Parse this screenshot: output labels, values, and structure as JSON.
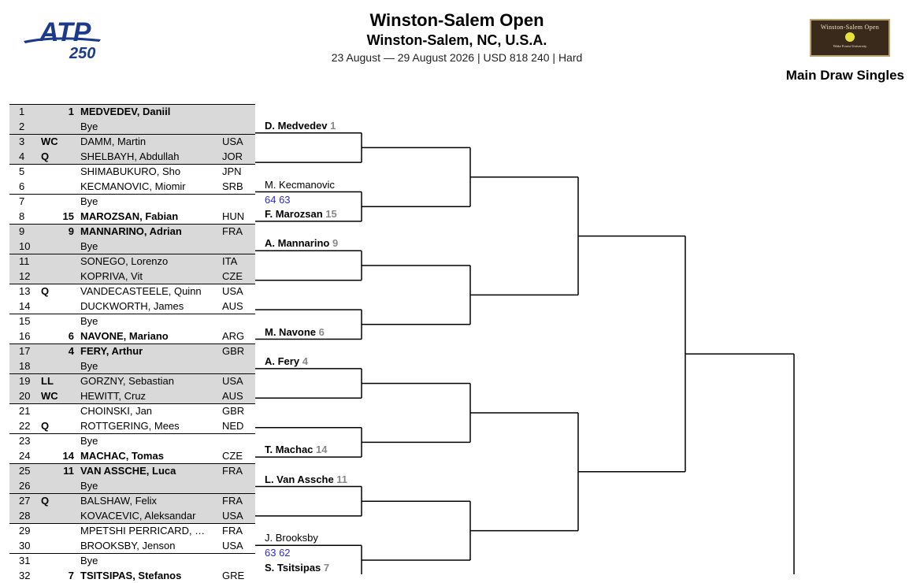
{
  "header": {
    "atp_word": "ATP",
    "atp_tier": "250",
    "title": "Winston-Salem Open",
    "location": "Winston-Salem, NC, U.S.A.",
    "details": "23 August — 29 August 2026 | USD 818 240 | Hard",
    "tournament_logo_name": "Winston-Salem Open",
    "tournament_logo_sub": "Wake Forest University",
    "draw_title": "Main Draw Singles"
  },
  "entries": [
    {
      "num": "1",
      "tag": "",
      "seed": "1",
      "name": "MEDVEDEV, Daniil",
      "nat": "",
      "bold": true
    },
    {
      "num": "2",
      "tag": "",
      "seed": "",
      "name": "Bye",
      "nat": "",
      "bold": false
    },
    {
      "num": "3",
      "tag": "WC",
      "seed": "",
      "name": "DAMM, Martin",
      "nat": "USA",
      "bold": false
    },
    {
      "num": "4",
      "tag": "Q",
      "seed": "",
      "name": "SHELBAYH, Abdullah",
      "nat": "JOR",
      "bold": false
    },
    {
      "num": "5",
      "tag": "",
      "seed": "",
      "name": "SHIMABUKURO, Sho",
      "nat": "JPN",
      "bold": false
    },
    {
      "num": "6",
      "tag": "",
      "seed": "",
      "name": "KECMANOVIC, Miomir",
      "nat": "SRB",
      "bold": false
    },
    {
      "num": "7",
      "tag": "",
      "seed": "",
      "name": "Bye",
      "nat": "",
      "bold": false
    },
    {
      "num": "8",
      "tag": "",
      "seed": "15",
      "name": "MAROZSAN, Fabian",
      "nat": "HUN",
      "bold": true
    },
    {
      "num": "9",
      "tag": "",
      "seed": "9",
      "name": "MANNARINO, Adrian",
      "nat": "FRA",
      "bold": true
    },
    {
      "num": "10",
      "tag": "",
      "seed": "",
      "name": "Bye",
      "nat": "",
      "bold": false
    },
    {
      "num": "11",
      "tag": "",
      "seed": "",
      "name": "SONEGO, Lorenzo",
      "nat": "ITA",
      "bold": false
    },
    {
      "num": "12",
      "tag": "",
      "seed": "",
      "name": "KOPRIVA, Vit",
      "nat": "CZE",
      "bold": false
    },
    {
      "num": "13",
      "tag": "Q",
      "seed": "",
      "name": "VANDECASTEELE, Quinn",
      "nat": "USA",
      "bold": false
    },
    {
      "num": "14",
      "tag": "",
      "seed": "",
      "name": "DUCKWORTH, James",
      "nat": "AUS",
      "bold": false
    },
    {
      "num": "15",
      "tag": "",
      "seed": "",
      "name": "Bye",
      "nat": "",
      "bold": false
    },
    {
      "num": "16",
      "tag": "",
      "seed": "6",
      "name": "NAVONE, Mariano",
      "nat": "ARG",
      "bold": true
    },
    {
      "num": "17",
      "tag": "",
      "seed": "4",
      "name": "FERY, Arthur",
      "nat": "GBR",
      "bold": true
    },
    {
      "num": "18",
      "tag": "",
      "seed": "",
      "name": "Bye",
      "nat": "",
      "bold": false
    },
    {
      "num": "19",
      "tag": "LL",
      "seed": "",
      "name": "GORZNY, Sebastian",
      "nat": "USA",
      "bold": false
    },
    {
      "num": "20",
      "tag": "WC",
      "seed": "",
      "name": "HEWITT, Cruz",
      "nat": "AUS",
      "bold": false
    },
    {
      "num": "21",
      "tag": "",
      "seed": "",
      "name": "CHOINSKI, Jan",
      "nat": "GBR",
      "bold": false
    },
    {
      "num": "22",
      "tag": "Q",
      "seed": "",
      "name": "ROTTGERING, Mees",
      "nat": "NED",
      "bold": false
    },
    {
      "num": "23",
      "tag": "",
      "seed": "",
      "name": "Bye",
      "nat": "",
      "bold": false
    },
    {
      "num": "24",
      "tag": "",
      "seed": "14",
      "name": "MACHAC, Tomas",
      "nat": "CZE",
      "bold": true
    },
    {
      "num": "25",
      "tag": "",
      "seed": "11",
      "name": "VAN ASSCHE, Luca",
      "nat": "FRA",
      "bold": true
    },
    {
      "num": "26",
      "tag": "",
      "seed": "",
      "name": "Bye",
      "nat": "",
      "bold": false
    },
    {
      "num": "27",
      "tag": "Q",
      "seed": "",
      "name": "BALSHAW, Felix",
      "nat": "FRA",
      "bold": false
    },
    {
      "num": "28",
      "tag": "",
      "seed": "",
      "name": "KOVACEVIC, Aleksandar",
      "nat": "USA",
      "bold": false
    },
    {
      "num": "29",
      "tag": "",
      "seed": "",
      "name": "MPETSHI PERRICARD, …",
      "nat": "FRA",
      "bold": false
    },
    {
      "num": "30",
      "tag": "",
      "seed": "",
      "name": "BROOKSBY, Jenson",
      "nat": "USA",
      "bold": false
    },
    {
      "num": "31",
      "tag": "",
      "seed": "",
      "name": "Bye",
      "nat": "",
      "bold": false
    },
    {
      "num": "32",
      "tag": "",
      "seed": "7",
      "name": "TSITSIPAS, Stefanos",
      "nat": "GRE",
      "bold": true
    }
  ],
  "round2": [
    {
      "name": "D. Medvedev",
      "seed": "1",
      "bold": true,
      "score": ""
    },
    null,
    {
      "name": "M. Kecmanovic",
      "seed": "",
      "bold": false,
      "score": "64 63"
    },
    {
      "name": "F. Marozsan",
      "seed": "15",
      "bold": true,
      "score": ""
    },
    {
      "name": "A. Mannarino",
      "seed": "9",
      "bold": true,
      "score": ""
    },
    null,
    null,
    {
      "name": "M. Navone",
      "seed": "6",
      "bold": true,
      "score": ""
    },
    {
      "name": "A. Fery",
      "seed": "4",
      "bold": true,
      "score": ""
    },
    null,
    null,
    {
      "name": "T. Machac",
      "seed": "14",
      "bold": true,
      "score": ""
    },
    {
      "name": "L. Van Assche",
      "seed": "11",
      "bold": true,
      "score": ""
    },
    null,
    {
      "name": "J. Brooksby",
      "seed": "",
      "bold": false,
      "score": "63 62"
    },
    {
      "name": "S. Tsitsipas",
      "seed": "7",
      "bold": true,
      "score": ""
    }
  ]
}
